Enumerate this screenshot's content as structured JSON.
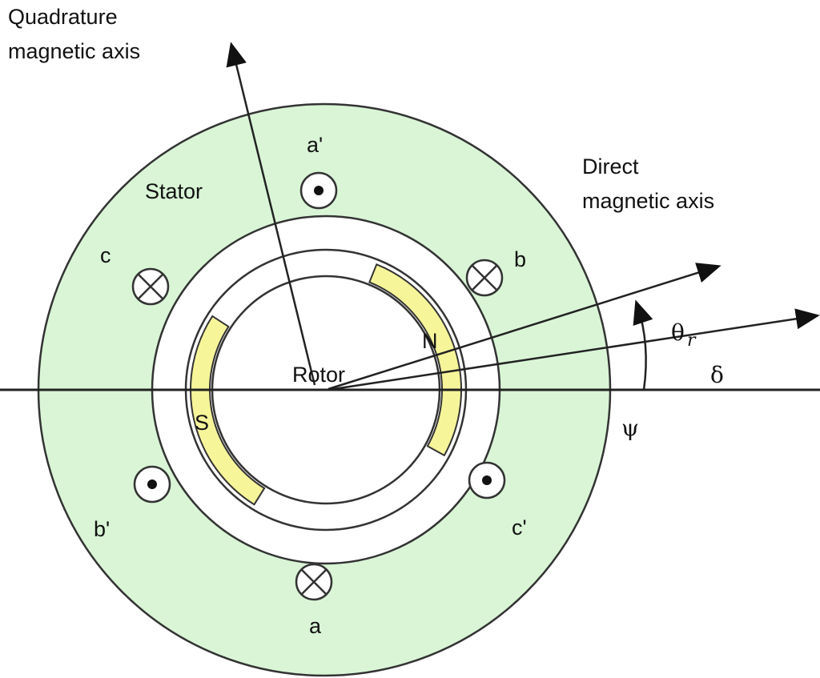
{
  "labels": {
    "quadrature_line1": "Quadrature",
    "quadrature_line2": "magnetic axis",
    "direct_line1": "Direct",
    "direct_line2": "magnetic axis",
    "stator": "Stator",
    "rotor": "Rotor",
    "north": "N",
    "south": "S",
    "theta": "θ",
    "theta_sub": "r",
    "delta": "δ",
    "psi": "ψ"
  },
  "slots": [
    {
      "label": "a'",
      "type": "dot"
    },
    {
      "label": "b",
      "type": "cross"
    },
    {
      "label": "c",
      "type": "cross"
    },
    {
      "label": "b'",
      "type": "dot"
    },
    {
      "label": "c'",
      "type": "dot"
    },
    {
      "label": "a",
      "type": "cross"
    }
  ],
  "colors": {
    "stator": "#d9f5d6",
    "magnet": "#f7f59a",
    "line": "#222222"
  }
}
